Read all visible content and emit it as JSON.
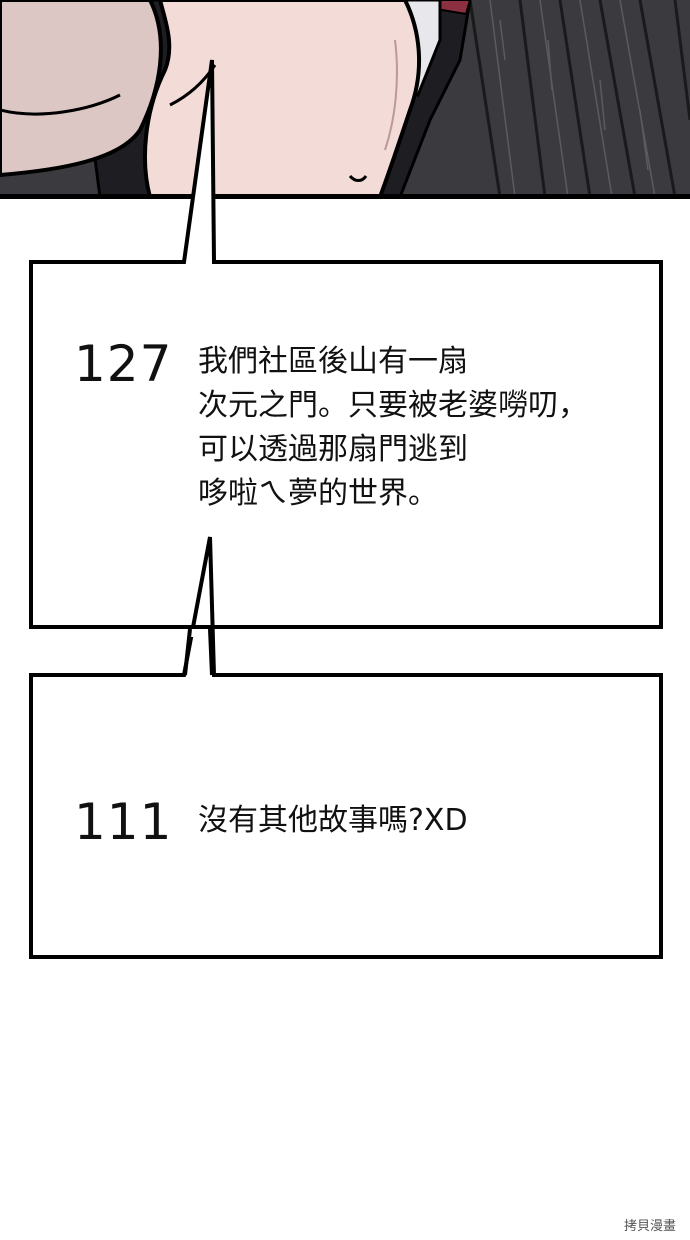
{
  "comments": [
    {
      "number": "127",
      "text": "我們社區後山有一扇\n次元之門。只要被老婆嘮叨，\n可以透過那扇門逃到\n哆啦ㄟ夢的世界。"
    },
    {
      "number": "111",
      "text": "沒有其他故事嗎?XD"
    }
  ],
  "watermark": "拷貝漫畫",
  "colors": {
    "bubble_border": "#000000",
    "background": "#ffffff",
    "floor": "#3a3a3e",
    "skin": "#f3dcd8"
  }
}
